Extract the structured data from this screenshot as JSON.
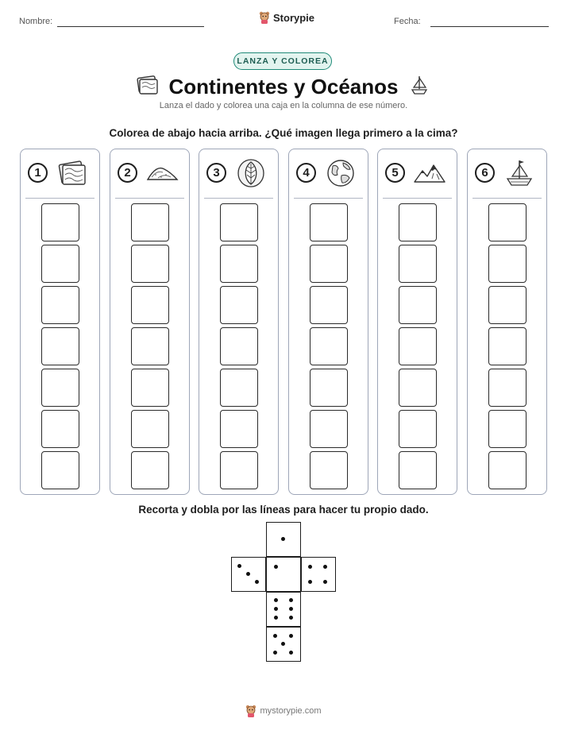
{
  "header": {
    "name_label": "Nombre:",
    "date_label": "Fecha:",
    "brand": "Storypie"
  },
  "badge": "LANZA Y COLOREA",
  "title": "Continentes y Océanos",
  "subtitle": "Lanza el dado y colorea una caja en la columna de ese número.",
  "instruction_top": "Colorea de abajo hacia arriba. ¿Qué imagen llega primero a la cima?",
  "instruction_bottom": "Recorta y dobla por las líneas para hacer tu propio dado.",
  "columns": [
    {
      "number": "1",
      "icon": "map-icon"
    },
    {
      "number": "2",
      "icon": "sand-dune-icon"
    },
    {
      "number": "3",
      "icon": "leaf-icon"
    },
    {
      "number": "4",
      "icon": "globe-icon"
    },
    {
      "number": "5",
      "icon": "mountains-icon"
    },
    {
      "number": "6",
      "icon": "sailboat-icon"
    }
  ],
  "boxes_per_column": 7,
  "footer": "mystorypie.com",
  "colors": {
    "accent": "#1f8a78",
    "badge_bg": "#e2f4ef",
    "column_border": "#9ea6b8"
  }
}
